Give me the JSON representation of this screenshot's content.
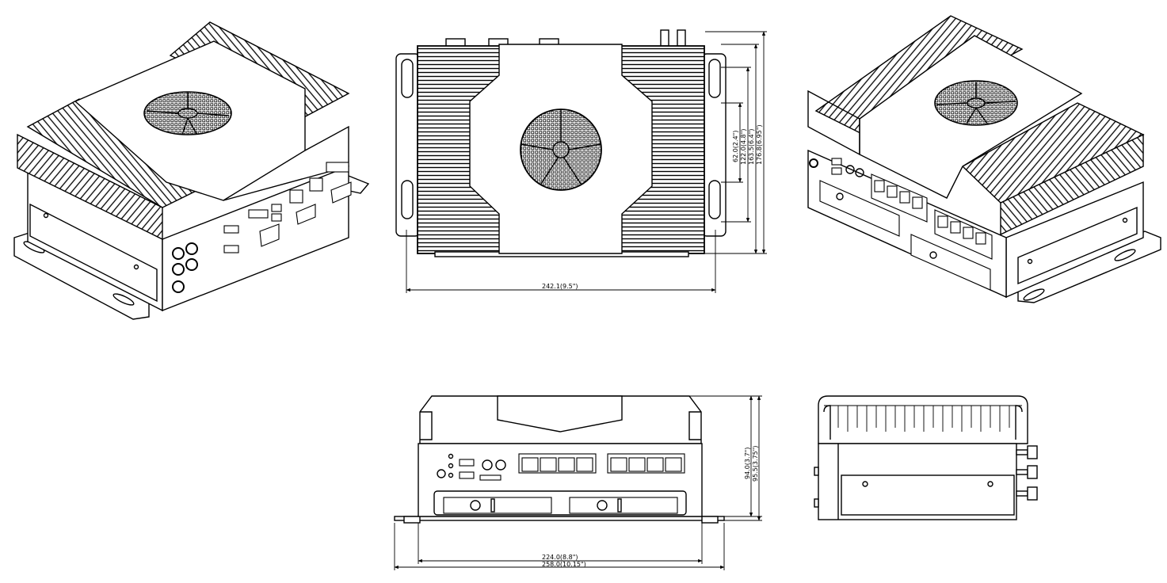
{
  "dimensions": {
    "top_width": "242.1(9.5\")",
    "top_h1": "62.0(2.4\")",
    "top_h2": "122.0(4.8\")",
    "top_h3": "163.5(6.4\")",
    "top_h4": "176.8(6.95\")",
    "front_h1": "94.0(3.7\")",
    "front_h2": "95.5(3.75\")",
    "front_w1": "224.0(8.8\")",
    "front_w2": "258.0(10.15\")"
  },
  "colors": {
    "line": "#000000",
    "background": "#ffffff"
  }
}
